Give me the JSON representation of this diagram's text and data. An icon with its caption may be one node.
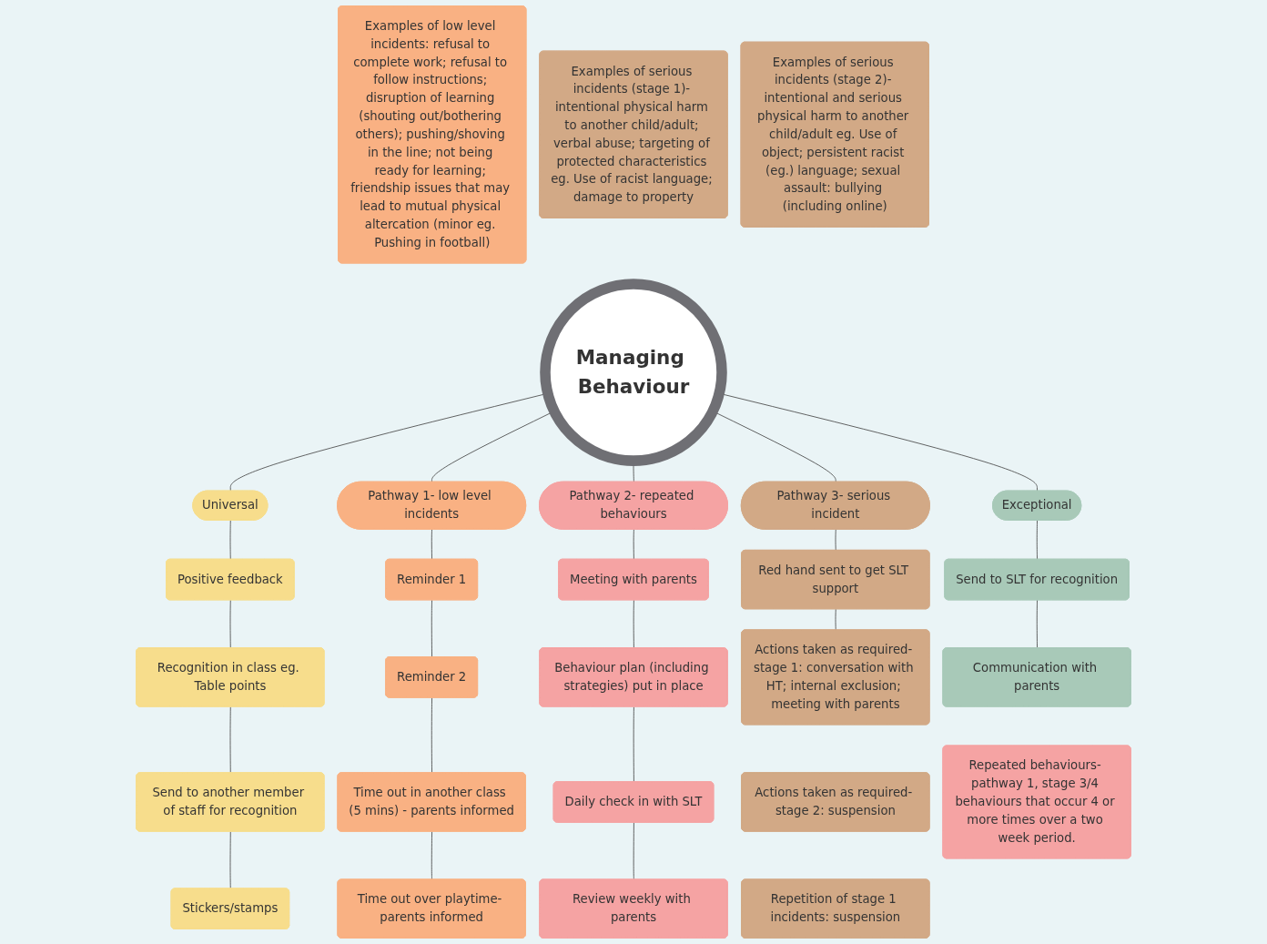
{
  "diagram": {
    "nodes": [
      {
        "text": [
          "Examples of low level incidents: refusal to complete work; refusal to follow instructions; disruption of learning (shouting out/bothering others); pushing/shoving in the line; not being ready for learning; friendship issues that may lead to mutual physical altercation (minor eg. Pushing in football)"
        ]
      },
      {
        "text": [
          "Examples of serious incidents (stage 1)- intentional physical harm to another child/adult; verbal abuse; targeting of protected characteristics eg. Use of racist language; damage to property"
        ]
      },
      {
        "text": [
          "Managing Behaviour"
        ]
      },
      {
        "text": [
          "Examples of serious incidents (stage 2)- intentional and serious physical harm to another child/adult eg. Use of object; persistent racist (eg.) language; sexual assault: bullying (including online)"
        ]
      },
      {
        "text": [
          "Exceptional"
        ]
      },
      {
        "text": [
          "Universal"
        ]
      },
      {
        "text": [
          "Pathway 1- low level incidents"
        ]
      },
      {
        "text": [
          "Pathway 2- repeated behaviours"
        ]
      },
      {
        "text": [
          "Pathway 3- serious incident"
        ]
      },
      {
        "text": [
          "Send to SLT for recognition"
        ]
      },
      {
        "text": [
          "Communication with parents"
        ]
      },
      {
        "text": [
          "Positive feedback"
        ]
      },
      {
        "text": [
          "Recognition in class eg. Table points"
        ]
      },
      {
        "text": [
          "Send to another member of staff for recognition"
        ]
      },
      {
        "text": [
          "Stickers/stamps"
        ]
      },
      {
        "text": [
          "Reminder 1"
        ]
      },
      {
        "text": [
          "Reminder 2"
        ]
      },
      {
        "text": [
          "Time out in another class (5 mins) - parents informed"
        ]
      },
      {
        "text": [
          "Time out over playtime- parents informed"
        ]
      },
      {
        "text": [
          "Meeting with parents"
        ]
      },
      {
        "text": [
          "Behaviour plan (including strategies) put in place"
        ]
      },
      {
        "text": [
          "Daily check in with SLT"
        ]
      },
      {
        "text": [
          "Review weekly with parents"
        ]
      },
      {
        "text": [
          "Red hand sent to get SLT support"
        ]
      },
      {
        "text": [
          "Actions taken as required- stage 1: conversation with HT; internal exclusion; meeting with parents"
        ]
      },
      {
        "text": [
          "Actions taken as required- stage 2: suspension"
        ]
      },
      {
        "text": [
          "Repetition of stage 1 incidents: suspension"
        ]
      },
      {
        "text": [
          "Repeated behaviours- pathway 1, stage 3/4 behaviours that occur 4 or more times over a two week period."
        ]
      }
    ],
    "edges": [
      {
        "from": 2,
        "to": 4,
        "arrow": "none"
      },
      {
        "from": 2,
        "to": 5,
        "arrow": "none"
      },
      {
        "from": 2,
        "to": 6,
        "arrow": "none"
      },
      {
        "from": 2,
        "to": 7,
        "arrow": "none"
      },
      {
        "from": 2,
        "to": 8,
        "arrow": "none"
      },
      {
        "from": 4,
        "to": 9,
        "arrow": "none"
      },
      {
        "from": 9,
        "to": 10,
        "arrow": "none"
      },
      {
        "from": 5,
        "to": 11,
        "arrow": "none"
      },
      {
        "from": 11,
        "to": 12,
        "arrow": "none"
      },
      {
        "from": 12,
        "to": 13,
        "arrow": "none"
      },
      {
        "from": 13,
        "to": 14,
        "arrow": "none"
      },
      {
        "from": 6,
        "to": 15,
        "arrow": "none"
      },
      {
        "from": 15,
        "to": 16,
        "arrow": "none"
      },
      {
        "from": 16,
        "to": 17,
        "arrow": "none"
      },
      {
        "from": 17,
        "to": 18,
        "arrow": "none"
      },
      {
        "from": 7,
        "to": 19,
        "arrow": "none"
      },
      {
        "from": 19,
        "to": 20,
        "arrow": "none"
      },
      {
        "from": 20,
        "to": 21,
        "arrow": "none"
      },
      {
        "from": 21,
        "to": 22,
        "arrow": "none"
      },
      {
        "from": 8,
        "to": 23,
        "arrow": "none"
      },
      {
        "from": 23,
        "to": 24,
        "arrow": "none"
      }
    ]
  }
}
